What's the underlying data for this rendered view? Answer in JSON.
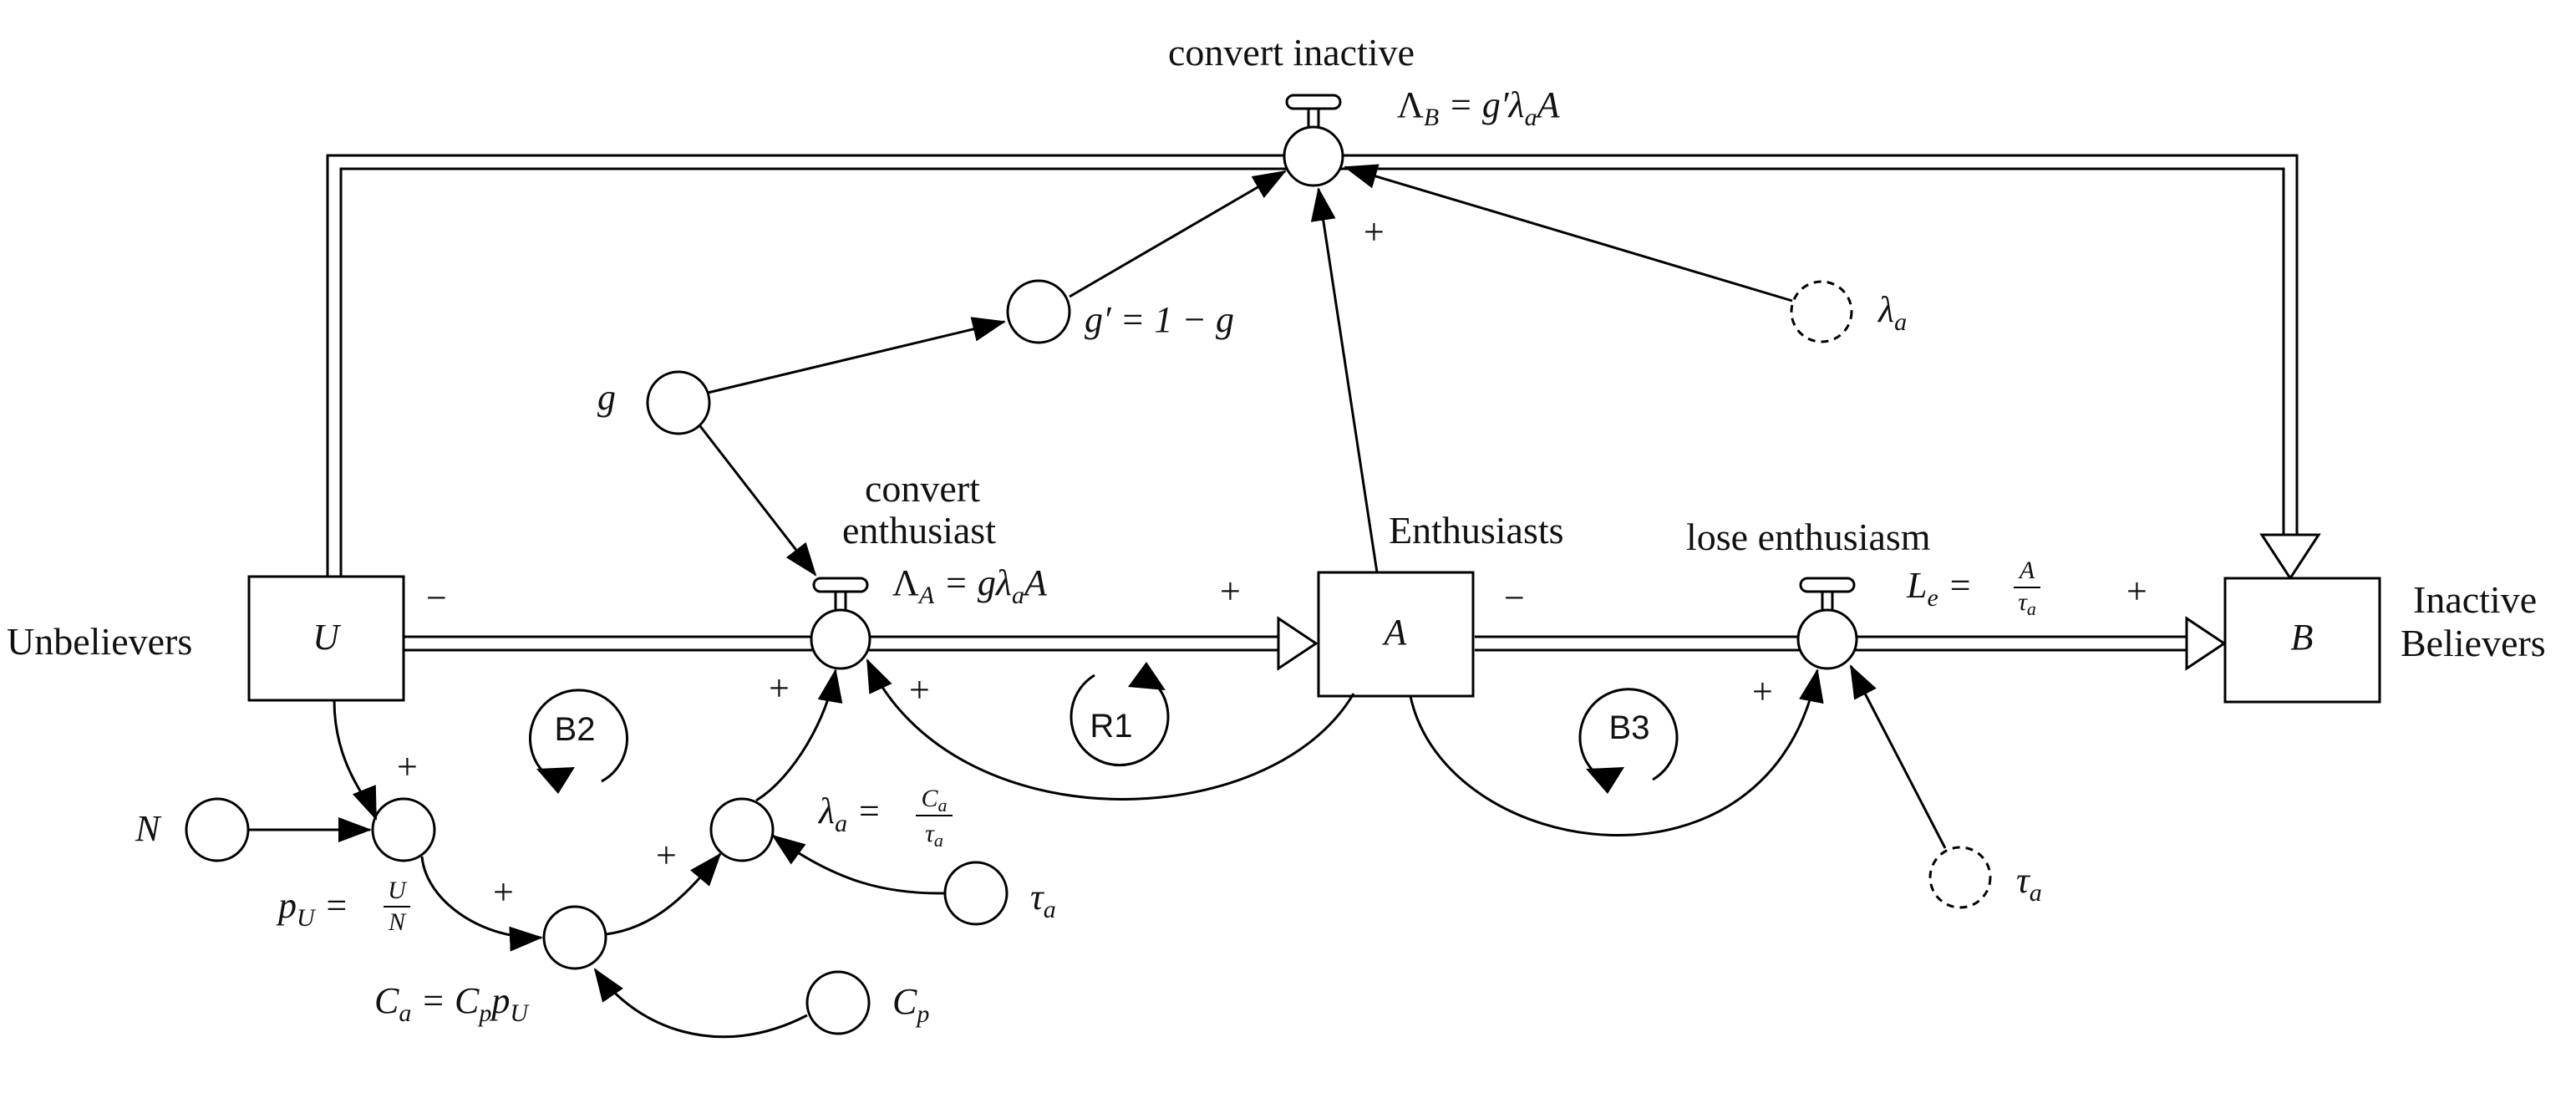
{
  "stocks": {
    "unbelievers": {
      "label": "Unbelievers",
      "symbol": "U"
    },
    "enthusiasts": {
      "label": "Enthusiasts",
      "symbol": "A"
    },
    "inactive": {
      "label_line1": "Inactive",
      "label_line2": "Believers",
      "symbol": "B"
    }
  },
  "flows": {
    "convert_inactive": {
      "label": "convert inactive",
      "eq_base": "Λ",
      "eq_sub": "B",
      "eq_rest": " = g′λ",
      "eq_sub2": "a",
      "eq_tail": "A"
    },
    "convert_enthusiast": {
      "label_line1": "convert",
      "label_line2": "enthusiast",
      "eq_base": "Λ",
      "eq_sub": "A",
      "eq_rest": " = gλ",
      "eq_sub2": "a",
      "eq_tail": "A"
    },
    "lose_enthusiasm": {
      "label": "lose enthusiasm",
      "eq_base": "L",
      "eq_sub": "e",
      "eq_rest": " = ",
      "num": "A",
      "den_base": "τ",
      "den_sub": "a"
    }
  },
  "auxiliaries": {
    "g": {
      "label": "g"
    },
    "g_prime": {
      "label": "g′ = 1 − g"
    },
    "lambda_a_top": {
      "base": "λ",
      "sub": "a"
    },
    "N": {
      "label": "N"
    },
    "p_U": {
      "base": "p",
      "sub": "U",
      "rest": " = ",
      "num": "U",
      "den": "N"
    },
    "C_a": {
      "base": "C",
      "sub": "a",
      "rest1": " = C",
      "sub2": "p",
      "rest2": "p",
      "sub3": "U"
    },
    "lambda_a_mid": {
      "base": "λ",
      "sub": "a",
      "rest": " = ",
      "num_base": "C",
      "num_sub": "a",
      "den_base": "τ",
      "den_sub": "a"
    },
    "tau_a_low": {
      "base": "τ",
      "sub": "a"
    },
    "C_p": {
      "base": "C",
      "sub": "p"
    },
    "tau_a_right": {
      "base": "τ",
      "sub": "a"
    }
  },
  "loops": {
    "b2": "B2",
    "r1": "R1",
    "b3": "B3"
  },
  "polarities": {
    "plus": "+",
    "minus": "−"
  }
}
